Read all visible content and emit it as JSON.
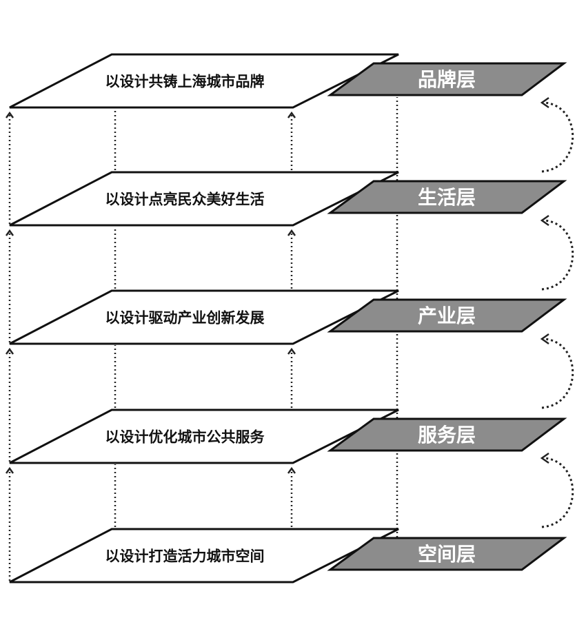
{
  "layers": [
    {
      "text": "以设计共铸上海城市品牌",
      "tag": "品牌层"
    },
    {
      "text": "以设计点亮民众美好生活",
      "tag": "生活层"
    },
    {
      "text": "以设计驱动产业创新发展",
      "tag": "产业层"
    },
    {
      "text": "以设计优化城市公共服务",
      "tag": "服务层"
    },
    {
      "text": "以设计打造活力城市空间",
      "tag": "空间层"
    }
  ],
  "colors": {
    "plane_fill": "#ffffff",
    "tag_fill": "#8c8c8c",
    "stroke": "#111111",
    "tag_text": "#ffffff"
  }
}
